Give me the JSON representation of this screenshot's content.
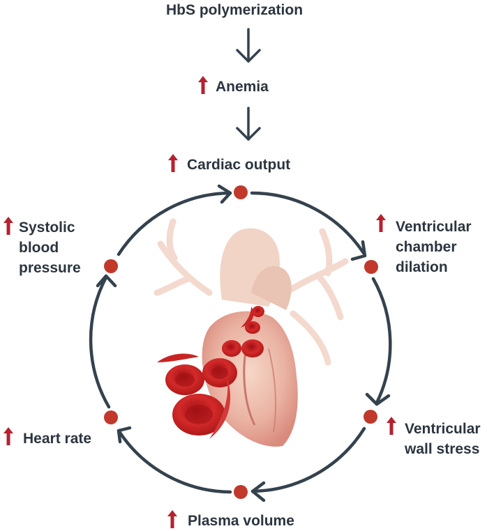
{
  "colors": {
    "text": "#2b3540",
    "arrow": "#34424e",
    "up_arrow": "#b5222f",
    "node": "#c0392b"
  },
  "icons": [
    "down-arrow-icon",
    "up-arrow-icon",
    "heart-illustration"
  ],
  "flow": {
    "top": "HbS polymerization",
    "second": "Anemia",
    "third": "Cardiac output"
  },
  "cycle": {
    "ventricular_chamber_dilation": [
      "Ventricular",
      "chamber",
      "dilation"
    ],
    "ventricular_wall_stress": [
      "Ventricular",
      "wall stress"
    ],
    "plasma_volume": "Plasma volume",
    "heart_rate": "Heart rate",
    "systolic_blood_pressure": [
      "Systolic",
      "blood",
      "pressure"
    ]
  }
}
